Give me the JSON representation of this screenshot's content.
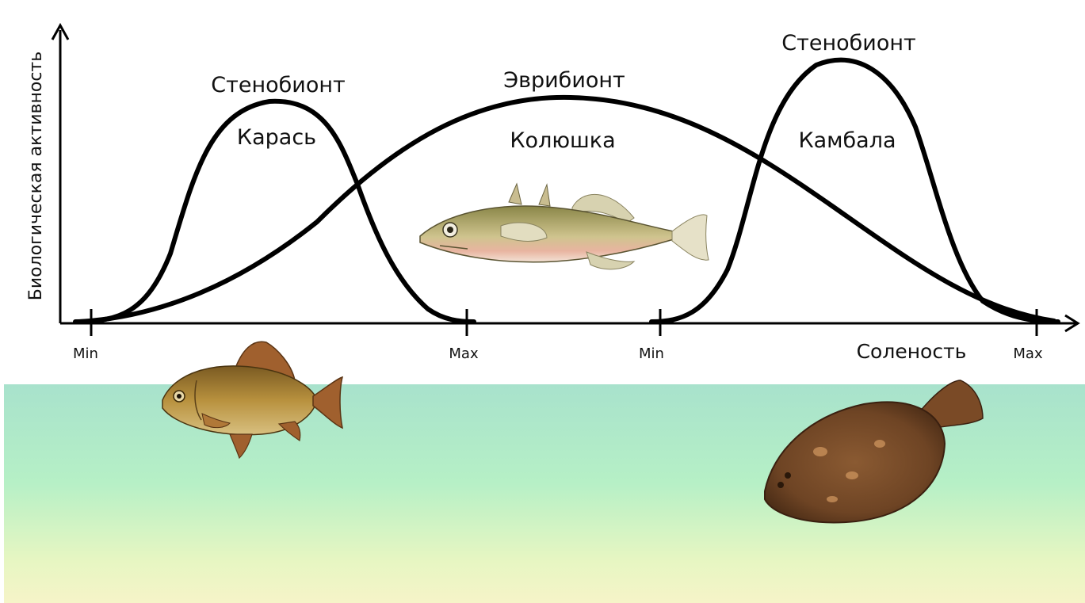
{
  "diagram": {
    "y_axis_label": "Биологическая активность",
    "x_axis_label": "Соленость",
    "ticks": {
      "carp_min": "Min",
      "carp_max": "Max",
      "flounder_min": "Min",
      "eury_max": "Max"
    },
    "curves": {
      "carp": {
        "type_label": "Стенобионт",
        "species_label": "Карась"
      },
      "stickleback": {
        "type_label": "Эврибионт",
        "species_label": "Колюшка"
      },
      "flounder": {
        "type_label": "Стенобионт",
        "species_label": "Камбала"
      }
    },
    "colors": {
      "curve": "#000000",
      "water_top": "#a8e2cc",
      "water_bottom": "#f6f4c8"
    },
    "illustrations": [
      "stickleback-fish",
      "crucian-carp-fish",
      "flounder-fish"
    ]
  }
}
